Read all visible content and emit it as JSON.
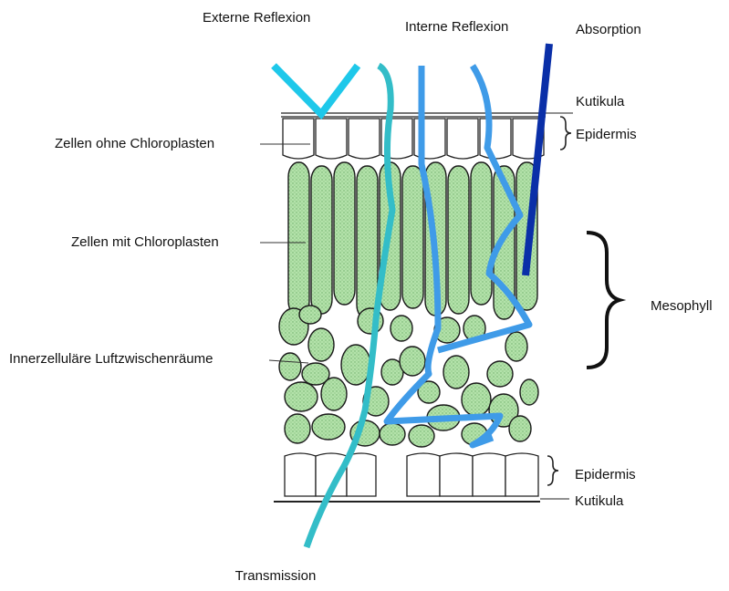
{
  "diagram": {
    "labels": {
      "external_reflection": "Externe Reflexion",
      "internal_reflection": "Interne Reflexion",
      "absorption": "Absorption",
      "cuticle_top": "Kutikula",
      "epidermis_top": "Epidermis",
      "cells_without_chloroplasts": "Zellen ohne Chloroplasten",
      "cells_with_chloroplasts": "Zellen mit Chloroplasten",
      "mesophyll": "Mesophyll",
      "intercellular_air_spaces": "Innerzelluläre Luftzwischenräume",
      "epidermis_bottom": "Epidermis",
      "cuticle_bottom": "Kutikula",
      "transmission": "Transmission"
    },
    "colors": {
      "external_reflection_ray": "#1ec8ea",
      "transmission_ray": "#33bdc8",
      "internal_reflection_ray": "#3f9be8",
      "absorption_ray": "#0a2fa8",
      "chloroplast_fill": "#a8dca0",
      "cell_outline": "#1a1a1a"
    }
  }
}
